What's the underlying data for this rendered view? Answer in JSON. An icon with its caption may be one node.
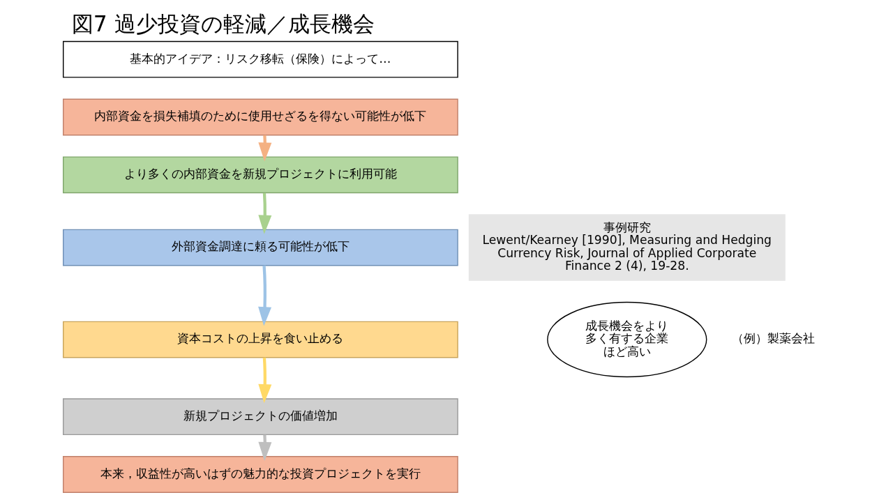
{
  "diagram": {
    "title": "図7 過少投資の軽減／成長機会",
    "nodes": [
      {
        "text": [
          "基本的アイデア：リスク移転（保険）によって…"
        ]
      },
      {
        "text": [
          "内部資金を損失補填のために使用せざるを得ない可能性が低下"
        ]
      },
      {
        "text": [
          "より多くの内部資金を新規プロジェクトに利用可能"
        ]
      },
      {
        "text": [
          "外部資金調達に頼る可能性が低下"
        ]
      },
      {
        "text": [
          "資本コストの上昇を食い止める"
        ]
      },
      {
        "text": [
          "新規プロジェクトの価値増加"
        ]
      },
      {
        "text": [
          "本来，収益性が高いはずの魅力的な投資プロジェクトを実行"
        ]
      },
      {
        "text": [
          "事例研究",
          "Lewent/Kearney [1990], Measuring and Hedging Currency Risk, Journal of Applied Corporate Finance 2 (4), 19-28."
        ]
      },
      {
        "text": [
          "成長機会をより多く有する企業ほど高い"
        ],
        "beside": [
          "（例）製薬会社"
        ]
      }
    ],
    "edges": [
      {
        "from": 1,
        "to": 2,
        "arrow": "to",
        "color": "#f4b183"
      },
      {
        "from": 2,
        "to": 3,
        "arrow": "to",
        "color": "#a9d18e"
      },
      {
        "from": 3,
        "to": 4,
        "arrow": "to",
        "color": "#9dc3e6"
      },
      {
        "from": 4,
        "to": 5,
        "arrow": "to",
        "color": "#ffd966"
      },
      {
        "from": 5,
        "to": 6,
        "arrow": "to",
        "color": "#bfbfbf"
      }
    ]
  }
}
